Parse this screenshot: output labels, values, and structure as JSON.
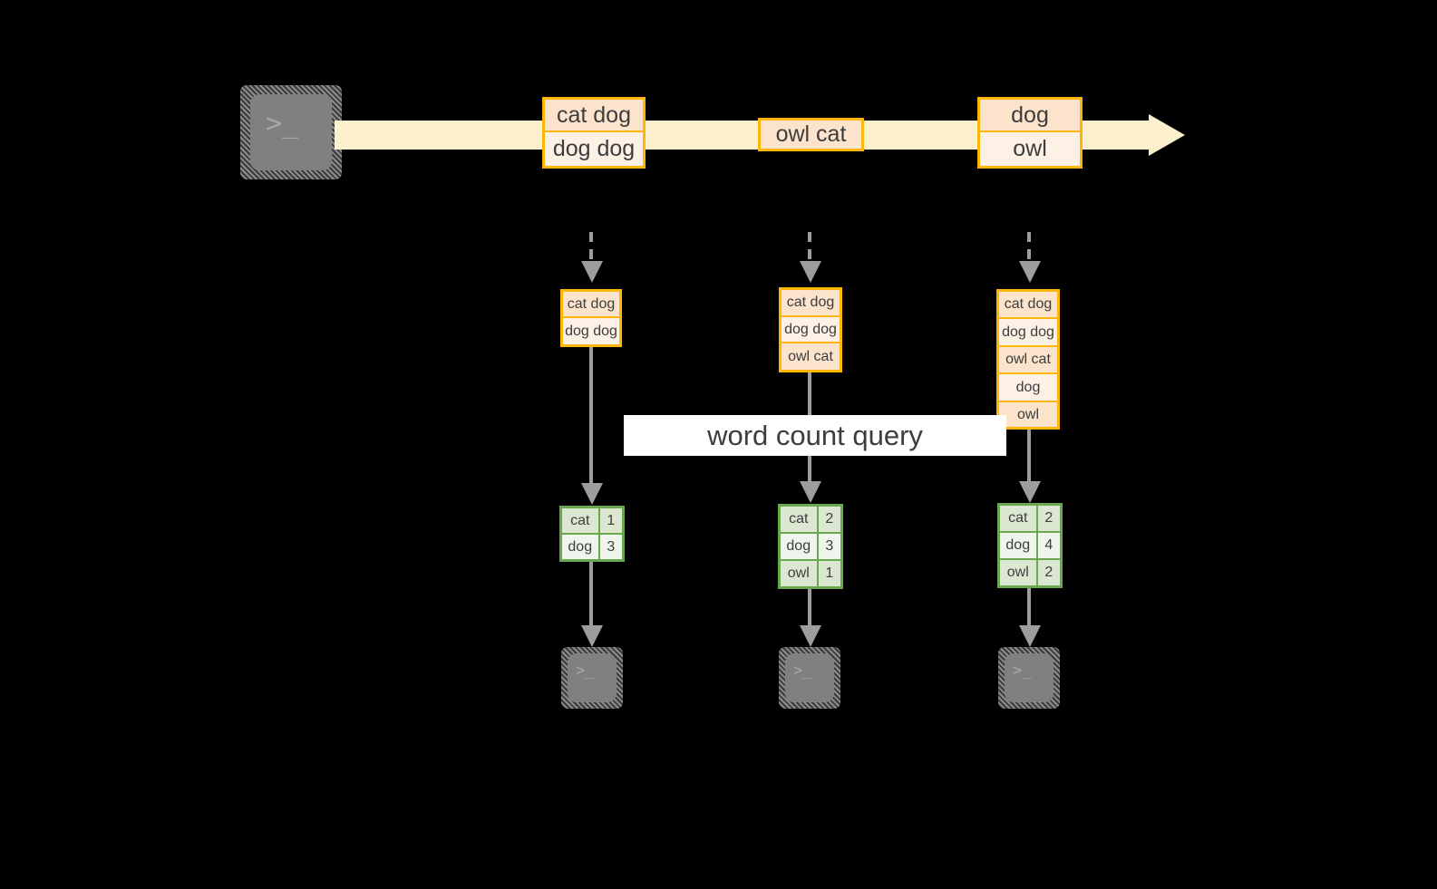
{
  "diagram": {
    "title": "word count streaming query diagram",
    "colors": {
      "background": "#000000",
      "record_border": "#ffb60a",
      "record_fill": "#fce3cb",
      "record_fill_alt": "#fdf1e6",
      "stream_band": "#fdf0cd",
      "result_border": "#6aa84f",
      "result_fill": "#dce7d2",
      "result_fill_alt": "#eff4ec",
      "arrow_gray": "#9d9d9d",
      "terminal_fill": "#808080",
      "label_background": "#ffffff",
      "text": "#3d3d3d"
    },
    "source": {
      "icon": "terminal-icon",
      "glyph": ">_"
    },
    "stream": {
      "label": "",
      "arrow": "stream-arrow-right",
      "groups": [
        {
          "name": "batch-1",
          "records": [
            {
              "text": "cat dog",
              "shade": "dark"
            },
            {
              "text": "dog dog",
              "shade": "light"
            }
          ]
        },
        {
          "name": "batch-2",
          "records": [
            {
              "text": "owl cat",
              "shade": "dark"
            }
          ]
        },
        {
          "name": "batch-3",
          "records": [
            {
              "text": "dog",
              "shade": "dark"
            },
            {
              "text": "owl",
              "shade": "light"
            }
          ]
        }
      ]
    },
    "query": {
      "label": "word count query"
    },
    "columns": [
      {
        "name": "snapshot-1",
        "input_records": [
          {
            "text": "cat dog",
            "shade": "dark"
          },
          {
            "text": "dog dog",
            "shade": "light"
          }
        ],
        "result": {
          "rows": [
            {
              "word": "cat",
              "count": "1",
              "shade": "dark"
            },
            {
              "word": "dog",
              "count": "3",
              "shade": "light"
            }
          ]
        },
        "sink": {
          "icon": "terminal-icon",
          "glyph": ">_"
        }
      },
      {
        "name": "snapshot-2",
        "input_records": [
          {
            "text": "cat dog",
            "shade": "dark"
          },
          {
            "text": "dog dog",
            "shade": "light"
          },
          {
            "text": "owl cat",
            "shade": "dark"
          }
        ],
        "result": {
          "rows": [
            {
              "word": "cat",
              "count": "2",
              "shade": "dark"
            },
            {
              "word": "dog",
              "count": "3",
              "shade": "light"
            },
            {
              "word": "owl",
              "count": "1",
              "shade": "dark"
            }
          ]
        },
        "sink": {
          "icon": "terminal-icon",
          "glyph": ">_"
        }
      },
      {
        "name": "snapshot-3",
        "input_records": [
          {
            "text": "cat dog",
            "shade": "dark"
          },
          {
            "text": "dog dog",
            "shade": "light"
          },
          {
            "text": "owl cat",
            "shade": "dark"
          },
          {
            "text": "dog",
            "shade": "light"
          },
          {
            "text": "owl",
            "shade": "dark"
          }
        ],
        "result": {
          "rows": [
            {
              "word": "cat",
              "count": "2",
              "shade": "dark"
            },
            {
              "word": "dog",
              "count": "4",
              "shade": "light"
            },
            {
              "word": "owl",
              "count": "2",
              "shade": "dark"
            }
          ]
        },
        "sink": {
          "icon": "terminal-icon",
          "glyph": ">_"
        }
      }
    ]
  }
}
